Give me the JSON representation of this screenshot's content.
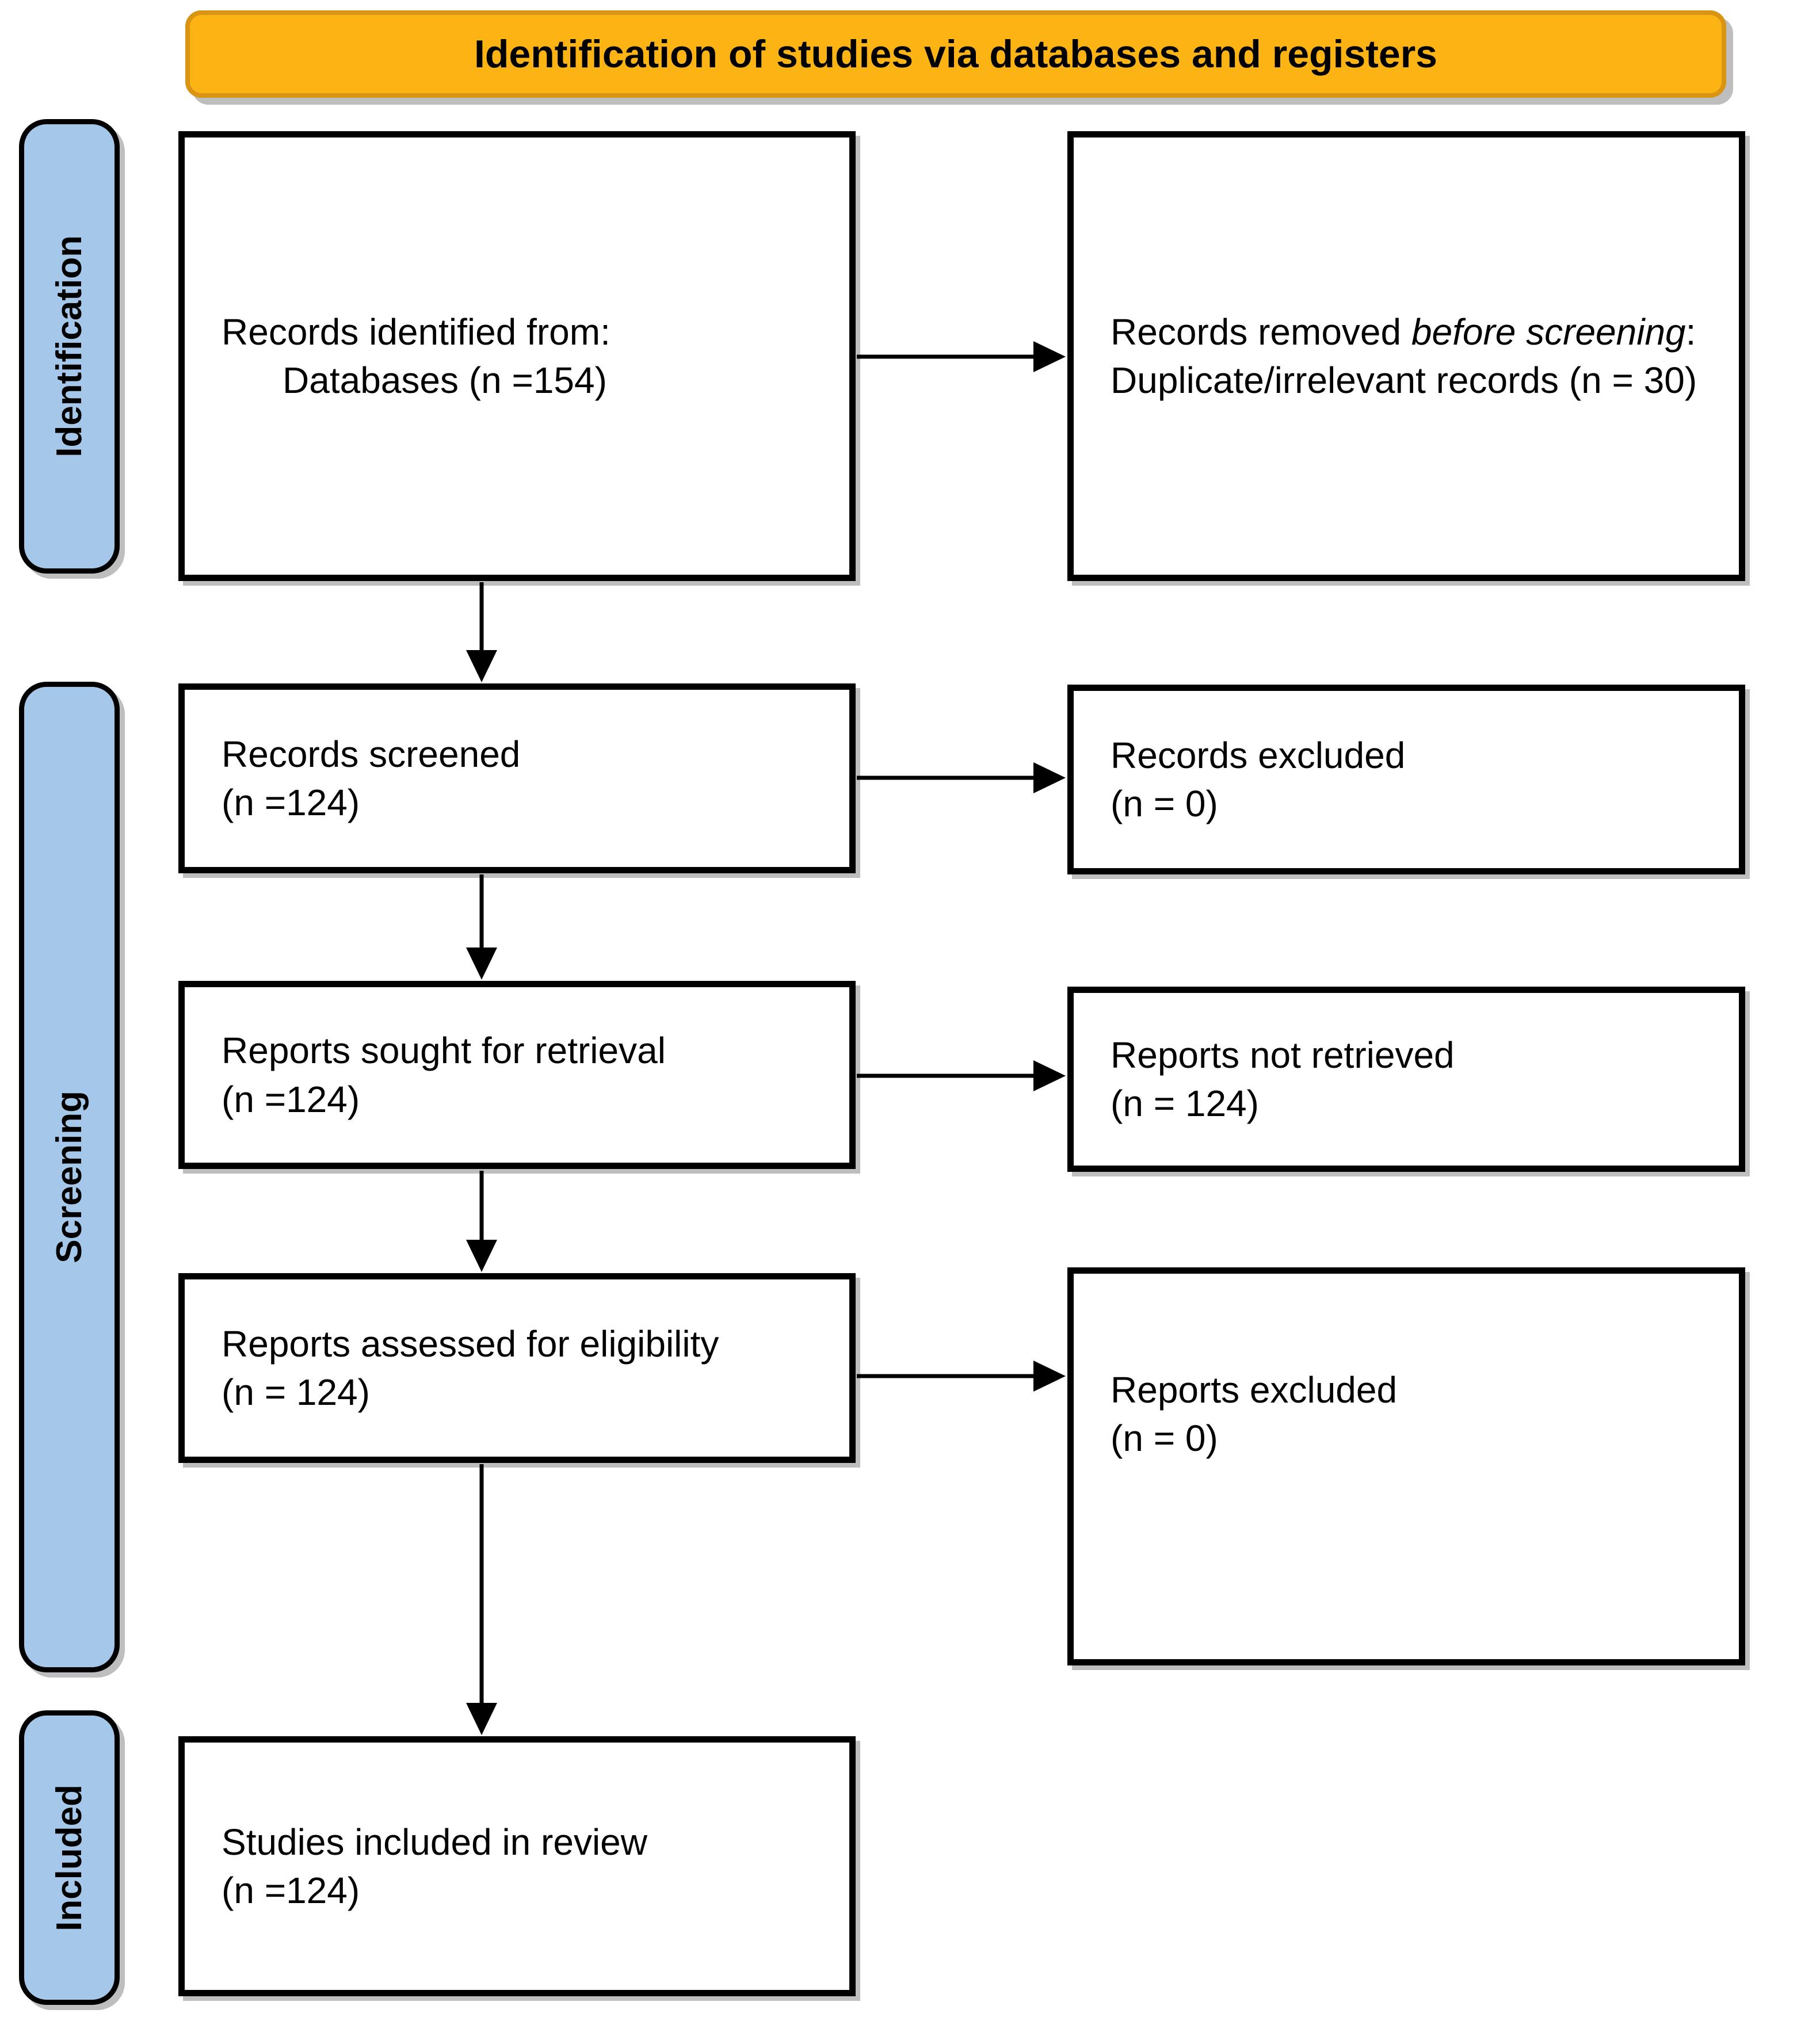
{
  "header": {
    "label": "Identification of studies via databases and registers"
  },
  "stages": {
    "identification": "Identification",
    "screening": "Screening",
    "included": "Included"
  },
  "boxes": {
    "records_identified": {
      "line1": "Records identified from:",
      "line2": "Databases (n =154)"
    },
    "records_removed": {
      "line1_pre": "Records removed ",
      "line1_italic": "before screening",
      "line1_post": ":",
      "line2": "Duplicate/irrelevant records (n = 30)"
    },
    "records_screened": {
      "line1": "Records screened",
      "line2": "(n =124)"
    },
    "records_excluded": {
      "line1": "Records excluded",
      "line2": "(n = 0)"
    },
    "reports_sought": {
      "line1": "Reports sought for retrieval",
      "line2": "(n =124)"
    },
    "reports_not_retrieved": {
      "line1": "Reports not retrieved",
      "line2": "(n = 124)"
    },
    "reports_assessed": {
      "line1": "Reports assessed for eligibility",
      "line2": "(n = 124)"
    },
    "reports_excluded": {
      "line1": "Reports excluded",
      "line2": "(n = 0)"
    },
    "studies_included": {
      "line1": "Studies included in review",
      "line2": "(n =124)"
    }
  },
  "colors": {
    "header_fill": "#FBB414",
    "header_border": "#D99414",
    "stage_fill": "#A5C7E9",
    "box_border": "#000000",
    "arrow": "#000000"
  }
}
